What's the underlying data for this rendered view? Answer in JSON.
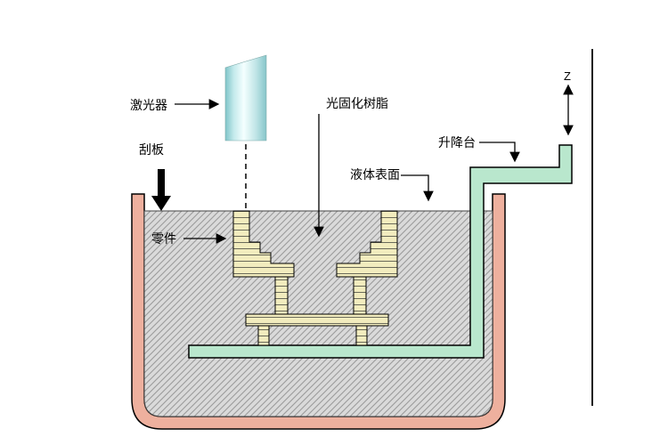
{
  "diagram": {
    "type": "stereolithography-process-diagram",
    "labels": {
      "laser": "激光器",
      "scraper": "刮板",
      "part": "零件",
      "resin": "光固化树脂",
      "liquid_surface": "液体表面",
      "elevator": "升降台",
      "z_axis": "Z"
    },
    "colors": {
      "tank": "#eeb09e",
      "elevator": "#b9e7cd",
      "part_fill": "#f2ecbe",
      "laser_body": "#9fd4d4",
      "liquid_background": "#dadada",
      "hatch_line": "#9b9b9b",
      "outline": "#000000"
    }
  }
}
